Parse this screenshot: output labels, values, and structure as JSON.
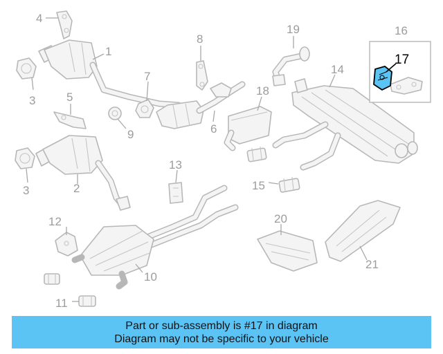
{
  "callouts": {
    "n1": "1",
    "n2": "2",
    "n3a": "3",
    "n3b": "3",
    "n4": "4",
    "n5": "5",
    "n6": "6",
    "n7": "7",
    "n8": "8",
    "n9": "9",
    "n10": "10",
    "n11": "11",
    "n12": "12",
    "n13": "13",
    "n14": "14",
    "n15": "15",
    "n16": "16",
    "n17": "17",
    "n18": "18",
    "n19": "19",
    "n20": "20",
    "n21": "21"
  },
  "highlight": {
    "part": "17",
    "color": "#5bc4f5"
  },
  "banner": {
    "line1": "Part or sub-assembly is #17 in diagram",
    "line2": "Diagram may not be specific to your vehicle",
    "background": "#5bc4f5"
  }
}
